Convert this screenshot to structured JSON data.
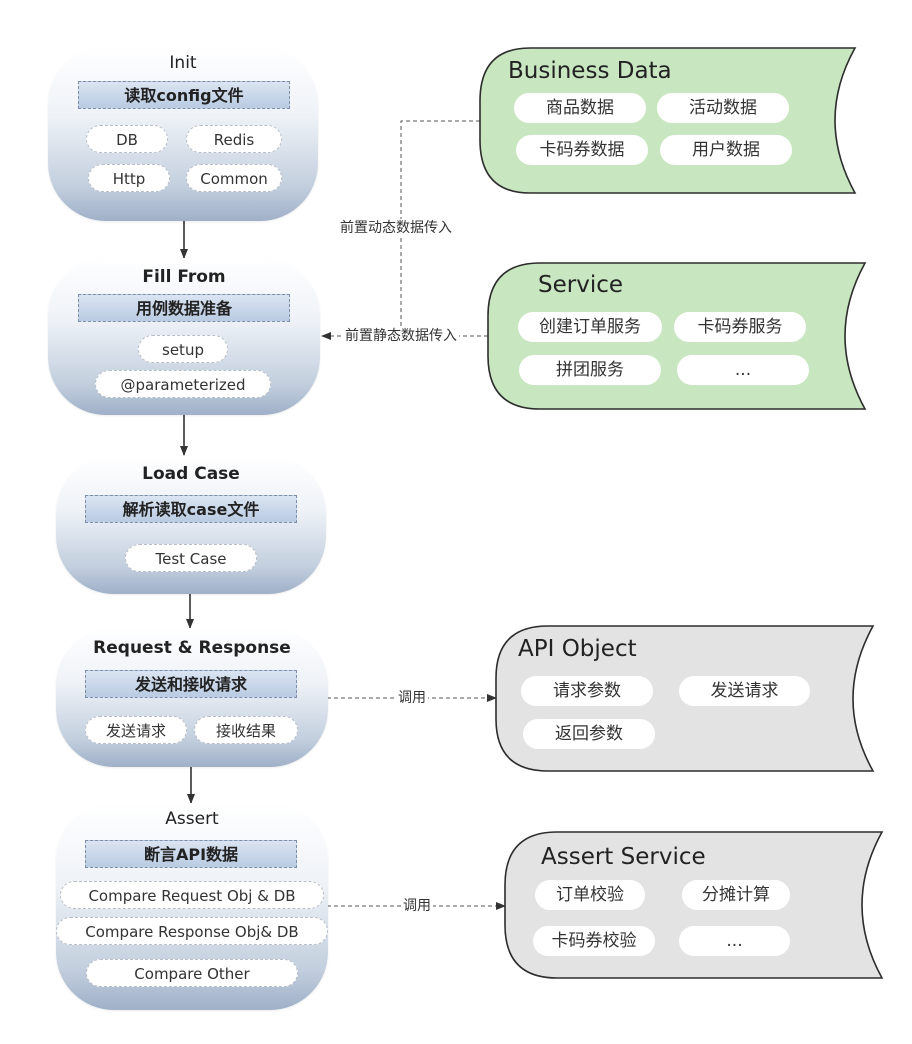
{
  "stages": {
    "init": {
      "title": "Init",
      "header": "读取config文件",
      "items": [
        "DB",
        "Redis",
        "Http",
        "Common"
      ]
    },
    "fill_from": {
      "title": "Fill From",
      "header": "用例数据准备",
      "items": [
        "setup",
        "@parameterized"
      ]
    },
    "load_case": {
      "title": "Load Case",
      "header": "解析读取case文件",
      "items": [
        "Test Case"
      ]
    },
    "request_response": {
      "title": "Request & Response",
      "header": "发送和接收请求",
      "items": [
        "发送请求",
        "接收结果"
      ]
    },
    "assert": {
      "title": "Assert",
      "header": "断言API数据",
      "items": [
        "Compare Request Obj & DB",
        "Compare Response Obj& DB",
        "Compare Other"
      ]
    }
  },
  "sources": {
    "business_data": {
      "title": "Business Data",
      "items": [
        "商品数据",
        "活动数据",
        "卡码券数据",
        "用户数据"
      ],
      "color": "#c8e6c0"
    },
    "service": {
      "title": "Service",
      "items": [
        "创建订单服务",
        "卡码券服务",
        "拼团服务",
        "..."
      ],
      "color": "#c8e6c0"
    },
    "api_object": {
      "title": "API Object",
      "items": [
        "请求参数",
        "发送请求",
        "返回参数"
      ],
      "color": "#e3e3e3"
    },
    "assert_service": {
      "title": "Assert Service",
      "items": [
        "订单校验",
        "分摊计算",
        "卡码券校验",
        "..."
      ],
      "color": "#e3e3e3"
    }
  },
  "connectors": {
    "dynamic_label": "前置动态数据传入",
    "static_label": "前置静态数据传入",
    "call_label_1": "调用",
    "call_label_2": "调用"
  }
}
